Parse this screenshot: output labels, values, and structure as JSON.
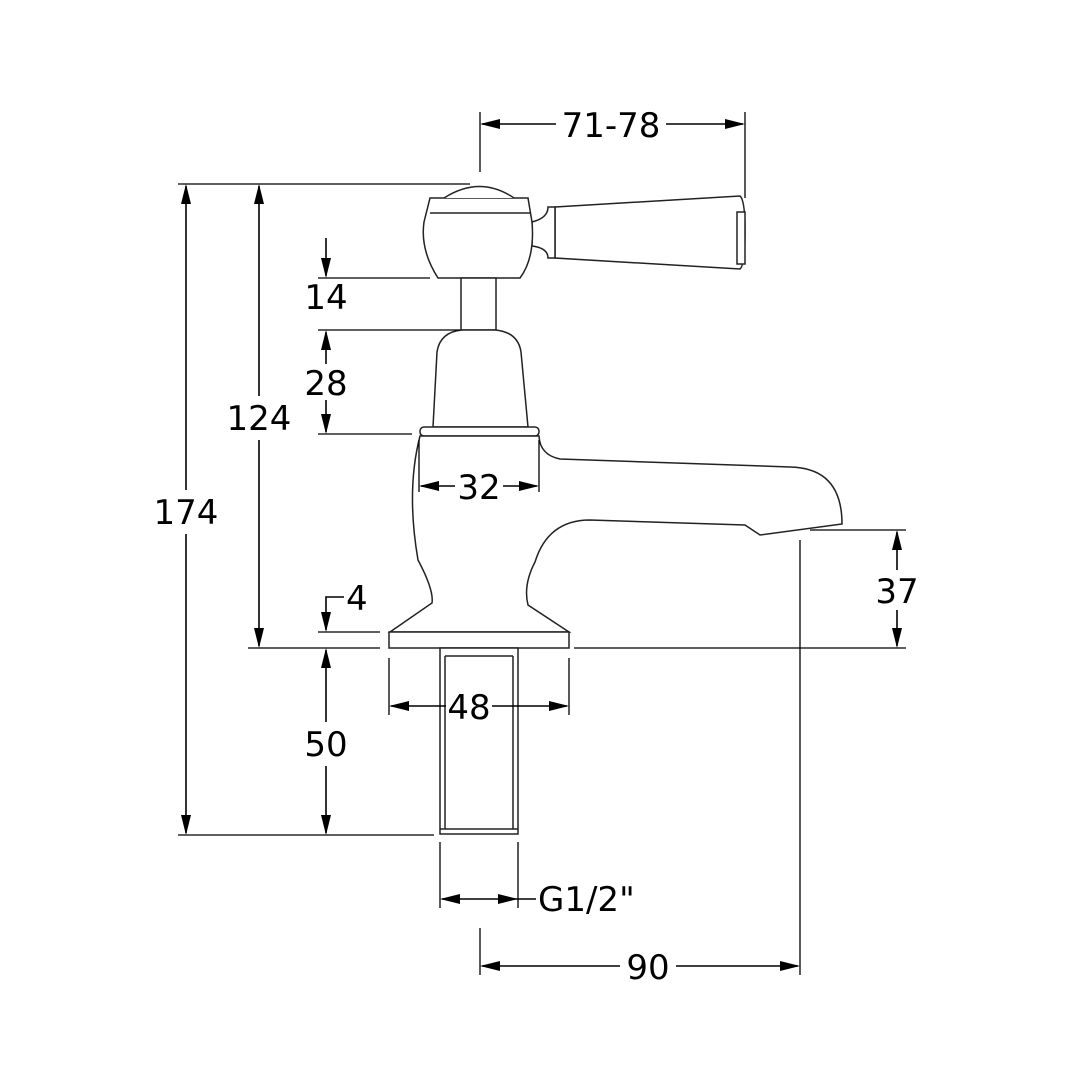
{
  "diagram": {
    "subject": "Basin tap side elevation with dimensions (mm)",
    "line_color": "#000000",
    "background": "#ffffff",
    "dimensions": {
      "overall_height": "174",
      "height_to_handle_top": "124",
      "handle_gap": "14",
      "body_head": "28",
      "base_plate": "4",
      "tail_length": "50",
      "body_width": "32",
      "base_width": "48",
      "spout_height": "37",
      "handle_reach": "71-78",
      "spout_reach": "90",
      "thread": "G1/2\""
    }
  }
}
